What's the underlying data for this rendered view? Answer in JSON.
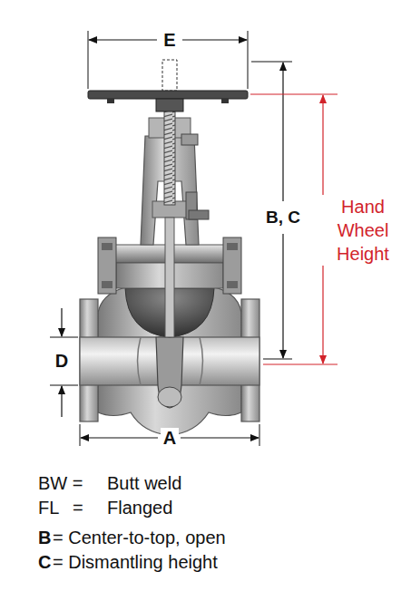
{
  "diagram": {
    "labels": [
      "E",
      "B, C",
      "Hand Wheel Height",
      "D",
      "A",
      "BW =",
      "Butt weld",
      "FL",
      "=",
      "Flanged",
      "B",
      "= Center-to-top, open",
      "C",
      "= Dismantling height"
    ]
  }
}
